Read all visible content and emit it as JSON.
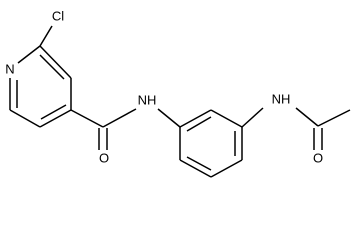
{
  "molecule": {
    "atoms": {
      "cl": "Cl",
      "n_ring": "N",
      "o_amide": "O",
      "nh_amide": "NH",
      "nh_acetamide": "NH",
      "o_acetamide": "O"
    }
  },
  "style": {
    "bond_color": "#000000",
    "background": "#ffffff"
  }
}
